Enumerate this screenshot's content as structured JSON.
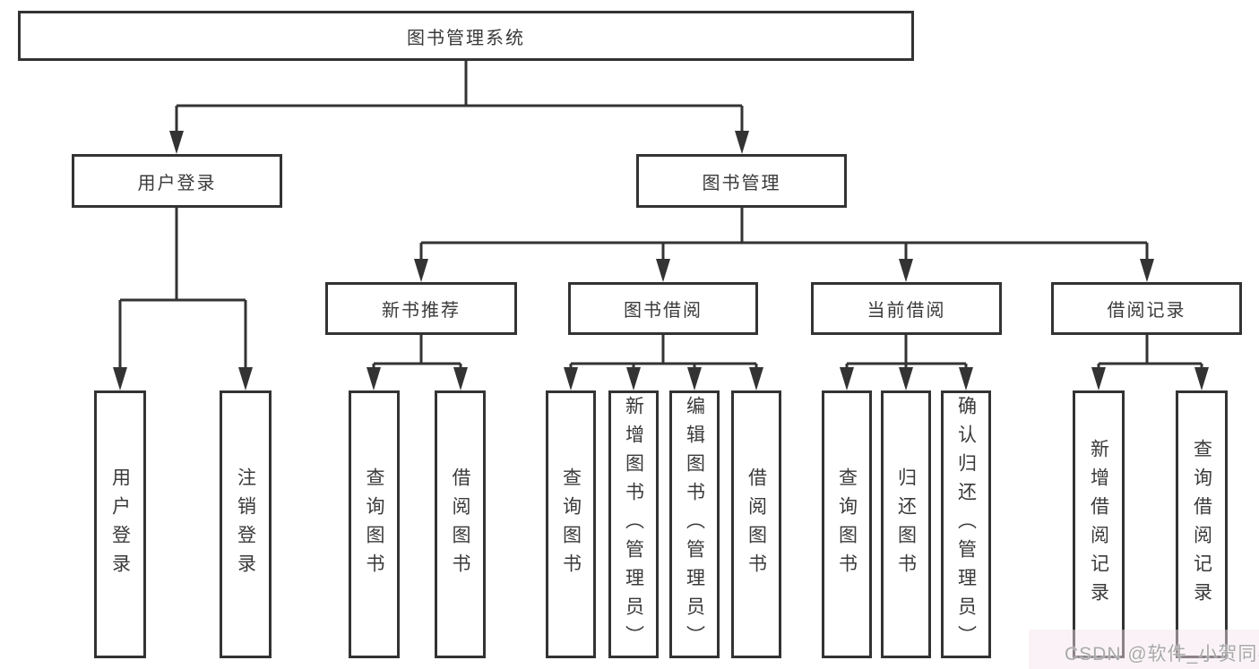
{
  "colors": {
    "line": "#333333",
    "text": "#3a3a3a",
    "box-bg": "#ffffff",
    "background": "#ffffff",
    "watermark": "#a9a9a9",
    "watermark-tint": "#f3e3ea"
  },
  "diagram": {
    "title": "图书管理系统",
    "branches": [
      {
        "label": "用户登录",
        "children": [
          {
            "label": "用户登录"
          },
          {
            "label": "注销登录"
          }
        ]
      },
      {
        "label": "图书管理",
        "children": [
          {
            "label": "新书推荐",
            "children": [
              {
                "label": "查询图书"
              },
              {
                "label": "借阅图书"
              }
            ]
          },
          {
            "label": "图书借阅",
            "children": [
              {
                "label": "查询图书"
              },
              {
                "label": "新增图书（管理员）"
              },
              {
                "label": "编辑图书（管理员）"
              },
              {
                "label": "借阅图书"
              }
            ]
          },
          {
            "label": "当前借阅",
            "children": [
              {
                "label": "查询图书"
              },
              {
                "label": "归还图书"
              },
              {
                "label": "确认归还（管理员）"
              }
            ]
          },
          {
            "label": "借阅记录",
            "children": [
              {
                "label": "新增借阅记录"
              },
              {
                "label": "查询借阅记录"
              }
            ]
          }
        ]
      }
    ]
  },
  "watermark": {
    "text": "CSDN @软件_小贺同学"
  }
}
